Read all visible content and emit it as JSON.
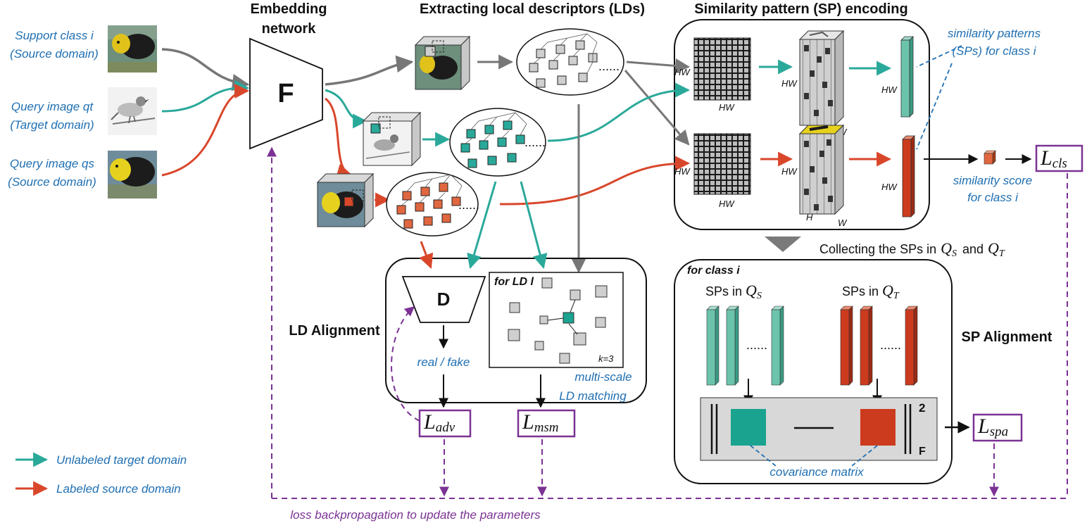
{
  "headers": {
    "embedding_line1": "Embedding",
    "embedding_line2": "network",
    "extracting": "Extracting local descriptors (LDs)",
    "sp_encoding": "Similarity pattern (SP) encoding"
  },
  "inputs": {
    "support_line1": "Support class i",
    "support_line2": "(Source domain)",
    "query_qt_line1": "Query image qt",
    "query_qt_line2": "(Target domain)",
    "query_qs_line1": "Query image qs",
    "query_qs_line2": "(Source domain)"
  },
  "network": {
    "f_label": "F",
    "d_label": "D"
  },
  "sp": {
    "hw": "HW",
    "h": "H",
    "w": "W",
    "patterns_line1": "similarity patterns",
    "patterns_line2": "(SPs) for class i",
    "score_line1": "similarity score",
    "score_line2": "for class i"
  },
  "collecting": {
    "text": "Collecting the SPs in",
    "and": "and",
    "q": "Q",
    "s_sub": "S",
    "t_sub": "T"
  },
  "sp_alignment": {
    "for_class": "for class i",
    "sps_in": "SPs in",
    "q": "Q",
    "s_sub": "S",
    "t_sub": "T",
    "dots": "......",
    "norm_sup": "2",
    "norm_sub": "F",
    "covariance": "covariance matrix",
    "title": "SP Alignment"
  },
  "ld_alignment": {
    "title": "LD Alignment",
    "for_ld": "for LD l",
    "k": "k=3",
    "real_fake": "real / fake",
    "msm_line1": "multi-scale",
    "msm_line2": "LD matching",
    "dots": "......"
  },
  "losses": {
    "L": "L",
    "cls": "cls",
    "adv": "adv",
    "msm": "msm",
    "spa": "spa"
  },
  "legend": {
    "unlabeled": "Unlabeled target domain",
    "labeled": "Labeled source domain"
  },
  "backprop": "loss backpropagation to update the parameters",
  "colors": {
    "teal": "#1aa38f",
    "teal_arrow": "#2aa99a",
    "red": "#d9472b",
    "red_block": "#cc3b1e",
    "gray": "#777777",
    "purple": "#7b3294",
    "blue_text": "#1f6fb2",
    "panel": "#d8d8d8"
  }
}
